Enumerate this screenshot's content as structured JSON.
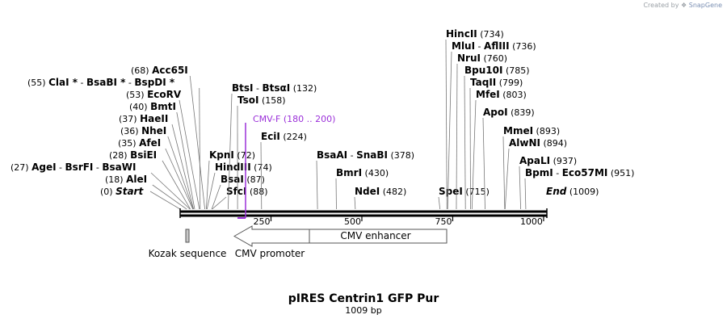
{
  "credit": {
    "prefix": "Created by",
    "brand": "SnapGene"
  },
  "title": "pIRES Centrin1 GFP Pur",
  "length_label": "1009 bp",
  "total_bp": 1009,
  "ticks": [
    {
      "bp": 250,
      "label": "250"
    },
    {
      "bp": 500,
      "label": "500"
    },
    {
      "bp": 750,
      "label": "750"
    },
    {
      "bp": 1000,
      "label": "1000"
    }
  ],
  "sites": [
    {
      "pos_label": "(0)",
      "names": [
        "Start"
      ],
      "italic": true,
      "bp": 0
    },
    {
      "pos_label": "(18)",
      "names": [
        "AleI"
      ],
      "bp": 18
    },
    {
      "pos_label": "(27)",
      "names": [
        "AgeI",
        "BsrFI",
        "BsaWI"
      ],
      "bp": 27
    },
    {
      "pos_label": "(28)",
      "names": [
        "BsiEI"
      ],
      "bp": 28
    },
    {
      "pos_label": "(35)",
      "names": [
        "AfeI"
      ],
      "bp": 35
    },
    {
      "pos_label": "(36)",
      "names": [
        "NheI"
      ],
      "bp": 36
    },
    {
      "pos_label": "(37)",
      "names": [
        "HaeII"
      ],
      "bp": 37
    },
    {
      "pos_label": "(40)",
      "names": [
        "BmtI"
      ],
      "bp": 40
    },
    {
      "pos_label": "(53)",
      "names": [
        "EcoRV"
      ],
      "bp": 53
    },
    {
      "pos_label": "(55)",
      "names": [
        "ClaI *",
        "BsaBI *",
        "BspDI *"
      ],
      "bp": 55
    },
    {
      "pos_label": "(68)",
      "names": [
        "Acc65I"
      ],
      "bp": 68
    },
    {
      "pos_label": "(72)",
      "names": [
        "KpnI"
      ],
      "bp": 72
    },
    {
      "pos_label": "(74)",
      "names": [
        "HindIII"
      ],
      "bp": 74
    },
    {
      "pos_label": "(87)",
      "names": [
        "BsaI"
      ],
      "bp": 87
    },
    {
      "pos_label": "(88)",
      "names": [
        "SfcI"
      ],
      "bp": 88
    },
    {
      "pos_label": "(132)",
      "names": [
        "BtsI",
        "BtsαI"
      ],
      "bp": 132
    },
    {
      "pos_label": "(158)",
      "names": [
        "TsoI"
      ],
      "bp": 158
    },
    {
      "pos_label": "(224)",
      "names": [
        "EciI"
      ],
      "bp": 224
    },
    {
      "pos_label": "(378)",
      "names": [
        "BsaAI",
        "SnaBI"
      ],
      "bp": 378
    },
    {
      "pos_label": "(430)",
      "names": [
        "BmrI"
      ],
      "bp": 430
    },
    {
      "pos_label": "(482)",
      "names": [
        "NdeI"
      ],
      "bp": 482
    },
    {
      "pos_label": "(715)",
      "names": [
        "SpeI"
      ],
      "bp": 715
    },
    {
      "pos_label": "(734)",
      "names": [
        "HincII"
      ],
      "bp": 734
    },
    {
      "pos_label": "(736)",
      "names": [
        "MluI",
        "AflIII"
      ],
      "bp": 736
    },
    {
      "pos_label": "(760)",
      "names": [
        "NruI"
      ],
      "bp": 760
    },
    {
      "pos_label": "(785)",
      "names": [
        "Bpu10I"
      ],
      "bp": 785
    },
    {
      "pos_label": "(799)",
      "names": [
        "TaqII"
      ],
      "bp": 799
    },
    {
      "pos_label": "(803)",
      "names": [
        "MfeI"
      ],
      "bp": 803
    },
    {
      "pos_label": "(839)",
      "names": [
        "ApoI"
      ],
      "bp": 839
    },
    {
      "pos_label": "(893)",
      "names": [
        "MmeI"
      ],
      "bp": 893
    },
    {
      "pos_label": "(894)",
      "names": [
        "AlwNI"
      ],
      "bp": 894
    },
    {
      "pos_label": "(937)",
      "names": [
        "ApaLI"
      ],
      "bp": 937
    },
    {
      "pos_label": "(951)",
      "names": [
        "BpmI",
        "Eco57MI"
      ],
      "bp": 951
    },
    {
      "pos_label": "(1009)",
      "names": [
        "End"
      ],
      "italic": true,
      "bp": 1009
    }
  ],
  "primer": {
    "name": "CMV-F",
    "range_label": "(180 .. 200)",
    "start": 180,
    "end": 200,
    "color": "#9b30d9"
  },
  "features": [
    {
      "name": "Kozak sequence",
      "start": 20,
      "end": 30,
      "type": "box"
    },
    {
      "name": "CMV promoter",
      "start": 150,
      "end": 354,
      "type": "arrow-left"
    },
    {
      "name": "CMV enhancer",
      "start": 354,
      "end": 730,
      "type": "box-labeled"
    }
  ],
  "colors": {
    "backbone": "#000000",
    "feature_border": "#555555",
    "kozak_fill": "#c8c8c8",
    "primer": "#9b30d9"
  }
}
